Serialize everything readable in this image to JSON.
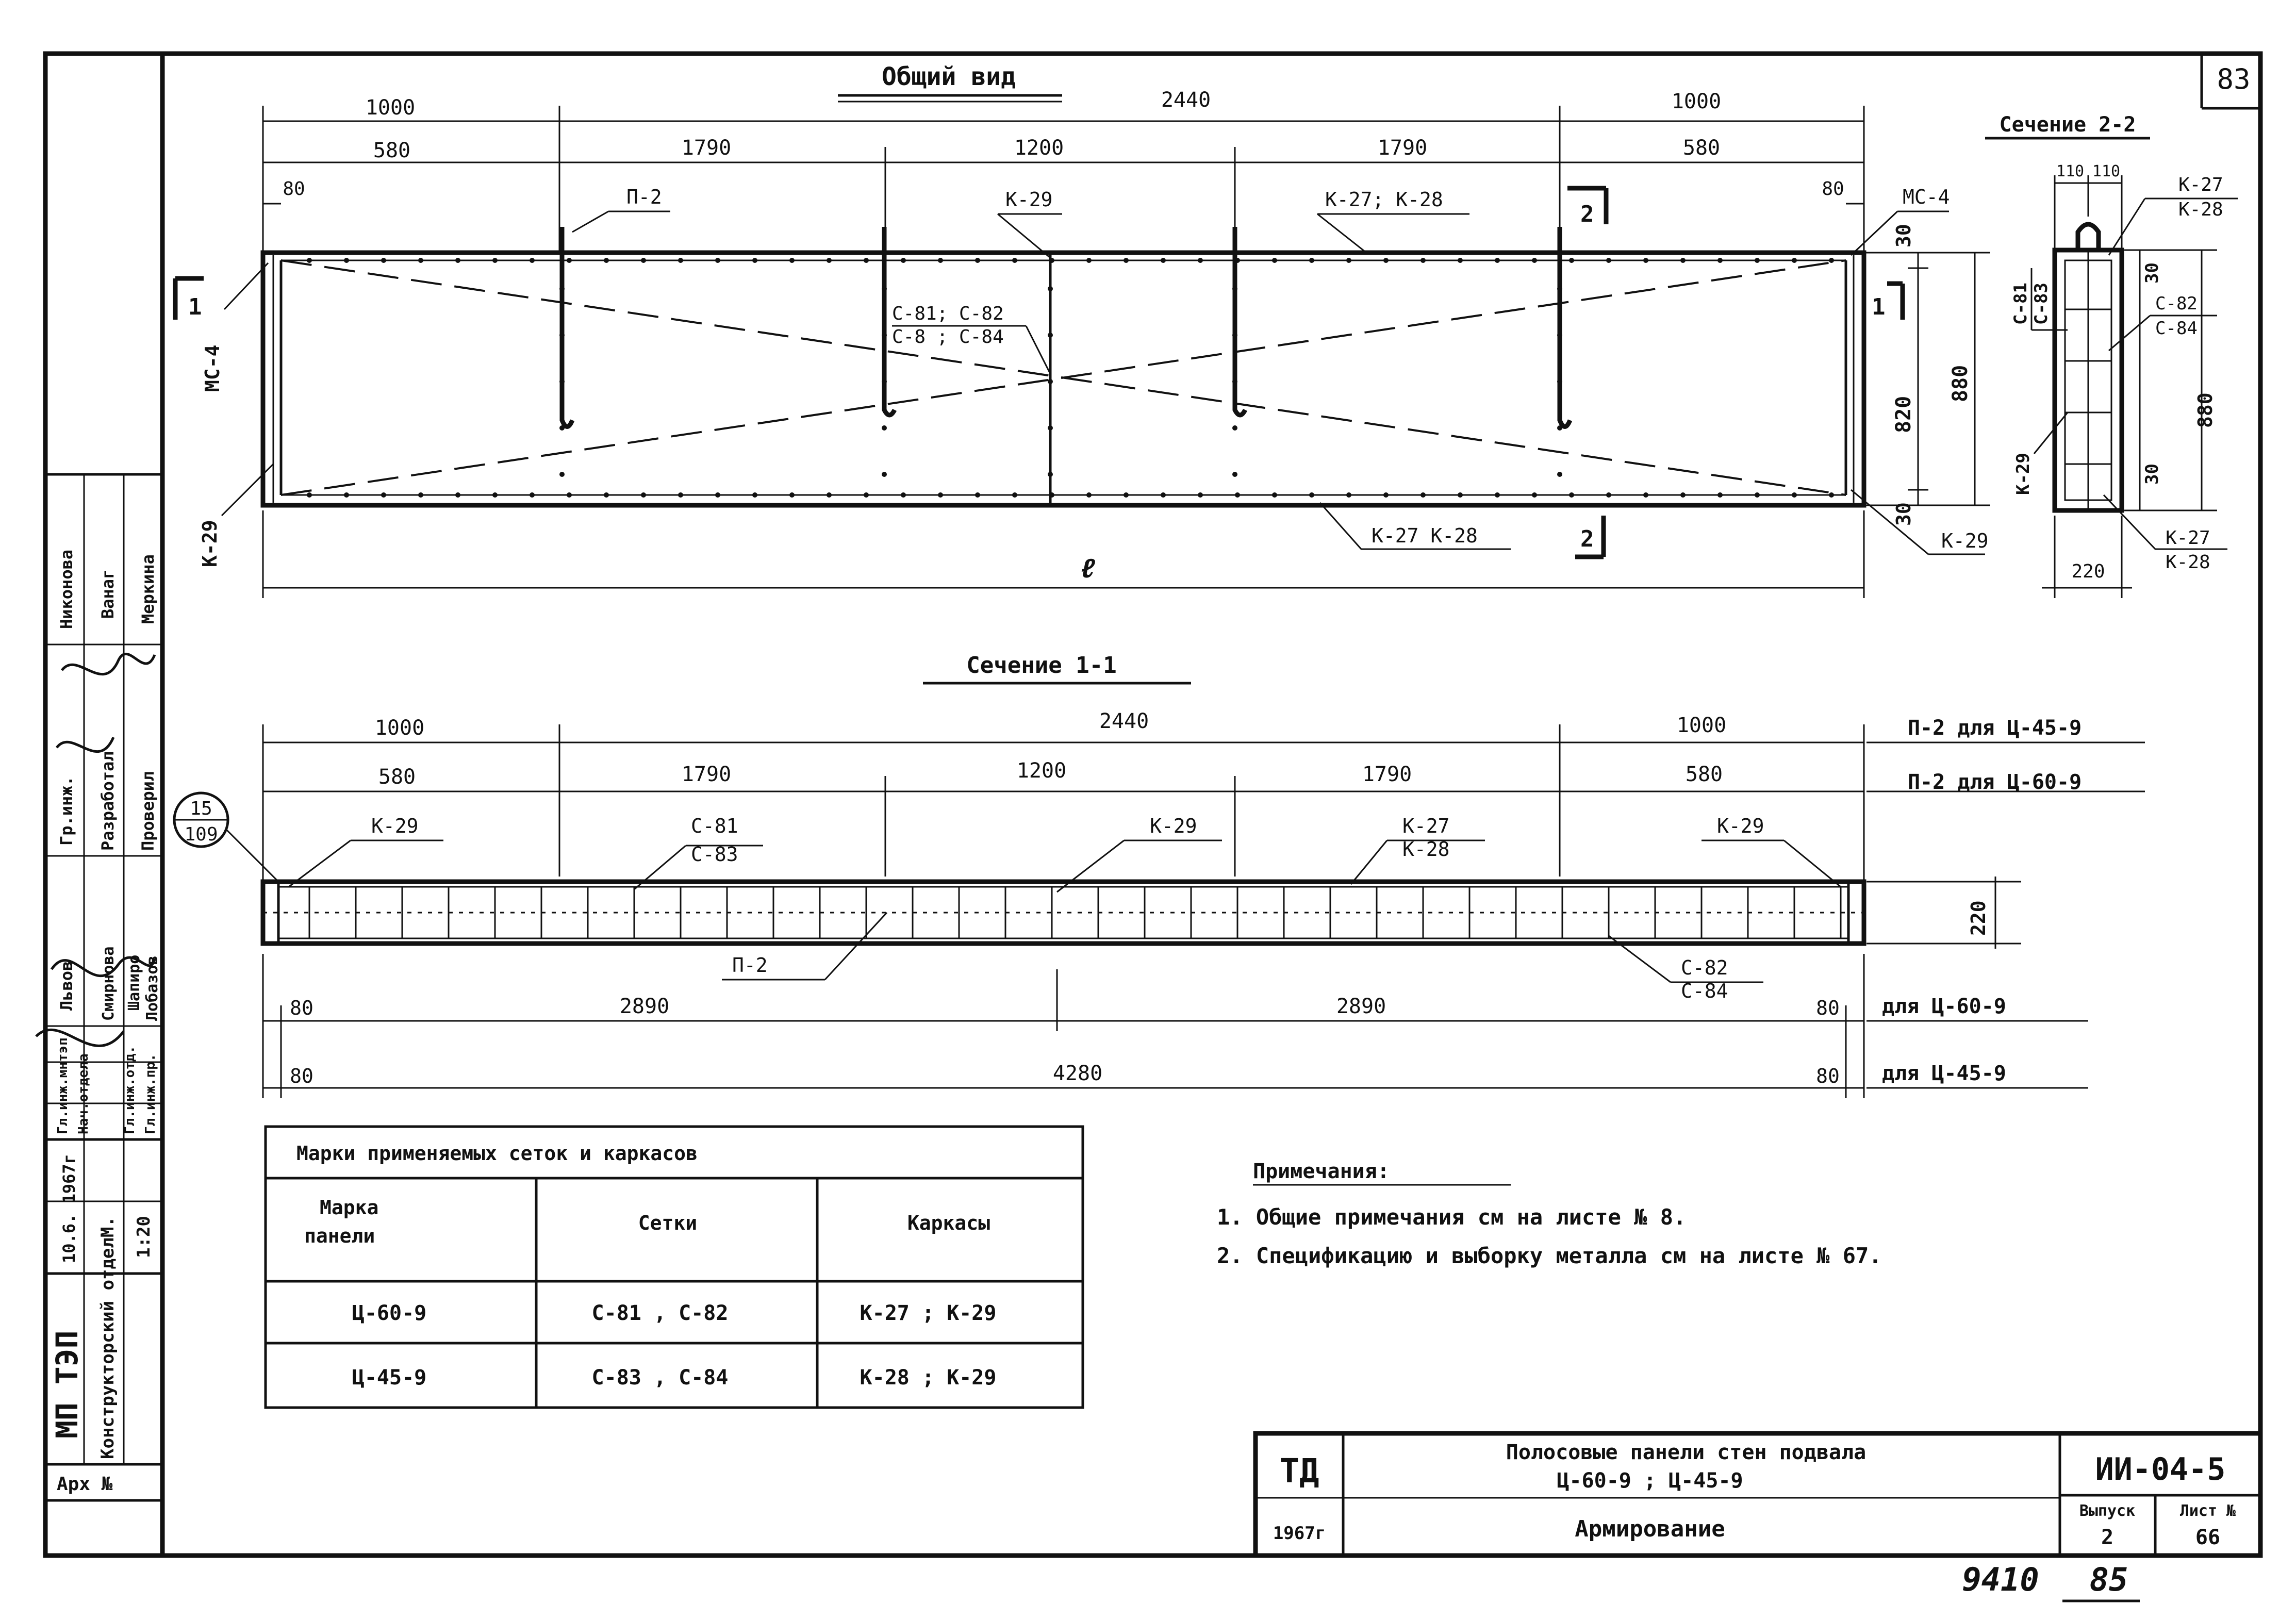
{
  "sheet_number": "83",
  "general_view": {
    "title": "Общий вид",
    "top_dims_1": [
      "1000",
      "2440",
      "1000"
    ],
    "top_dims_2": [
      "580",
      "1790",
      "1200",
      "1790",
      "580"
    ],
    "end_dims": [
      "80",
      "80"
    ],
    "labels": {
      "p2": "П-2",
      "k29_top": "К-29",
      "k27_k28_top": "К-27; К-28",
      "mc4_right": "МС-4",
      "mc4_left": "МС-4",
      "c_group_1": "С-81; С-82",
      "c_group_2": "С-8 ; С-84",
      "k29_left": "К-29",
      "k27_k28_bottom": "К-27  К-28",
      "k29_right": "К-29",
      "length": "ℓ"
    },
    "section_mark_1": "1",
    "section_mark_2": "2",
    "height_dims": [
      "30",
      "820",
      "880",
      "30"
    ]
  },
  "section_2_2": {
    "title": "Сечение 2-2",
    "top_dims": [
      "110",
      "110"
    ],
    "labels": {
      "k27": "К-27",
      "k28": "К-28",
      "c81": "С-81",
      "c83": "С-83",
      "c82": "С-82",
      "c84": "С-84",
      "k29": "К-29",
      "k27b": "К-27",
      "k28b": "К-28"
    },
    "dims": [
      "30",
      "880",
      "30"
    ],
    "width": "220"
  },
  "section_1_1": {
    "title": "Сечение 1-1",
    "top_dims_1": [
      "1000",
      "2440",
      "1000"
    ],
    "top_dims_2": [
      "580",
      "1790",
      "1200",
      "1790",
      "580"
    ],
    "notes_right_1": "П-2  для Ц-45-9",
    "notes_right_2": "П-2  для Ц-60-9",
    "callout_top": "15",
    "callout_bottom": "109",
    "labels": {
      "k29_1": "К-29",
      "c81": "С-81",
      "c83": "С-83",
      "k29_2": "К-29",
      "k27": "К-27",
      "k28": "К-28",
      "k29_3": "К-29",
      "p2": "П-2",
      "c82": "С-82",
      "c84": "С-84"
    },
    "height": "220",
    "bottom_dims_1": [
      "80",
      "2890",
      "2890",
      "80"
    ],
    "bottom_note_1": "для Ц-60-9",
    "bottom_dims_2": [
      "80",
      "4280",
      "80"
    ],
    "bottom_note_2": "для Ц-45-9"
  },
  "marks_table": {
    "title": "Марки применяемых   сеток  и  каркасов",
    "headers": [
      "Марка панели",
      "Сетки",
      "Каркасы"
    ],
    "rows": [
      [
        "Ц-60-9",
        "С-81 ,  С-82",
        "К-27  ;  К-29"
      ],
      [
        "Ц-45-9",
        "С-83 ,  С-84",
        "К-28 ;  К-29"
      ]
    ]
  },
  "notes": {
    "title": "Примечания:",
    "items": [
      "1.  Общие  примечания  см на листе  № 8.",
      "2.  Спецификацию и выборку металла см на листе № 67."
    ]
  },
  "title_block": {
    "org": "ТД",
    "year": "1967г",
    "name_1": "Полосовые  панели  стен  подвала",
    "name_2": "Ц-60-9 ;   Ц-45-9",
    "name_3": "Армирование",
    "code": "ИИ-04-5",
    "issue_label": "Выпуск",
    "issue": "2",
    "sheet_label": "Лист №",
    "sheet": "66"
  },
  "handwritten": {
    "left": "9410",
    "right": "85"
  },
  "side_stamp": {
    "institute": "МП ТЭП",
    "department": "Конструкторский отдел",
    "arch": "Арх №",
    "date": "10.6. 1967г",
    "scale_label": "М.",
    "scale": "1:20",
    "roles": [
      "Гл.инж.мнтэп",
      "Нач.отдела",
      "Гл.инж.отд.",
      "Гл.инж.пр."
    ],
    "roles2": [
      "Гр.инж.",
      "Разработал",
      "Проверил"
    ],
    "names1": [
      "Львов",
      "Смирнова",
      "Шапиро",
      "Лобазов"
    ],
    "names2": [
      "Никонова",
      "Ванаг",
      "Меркина"
    ]
  }
}
